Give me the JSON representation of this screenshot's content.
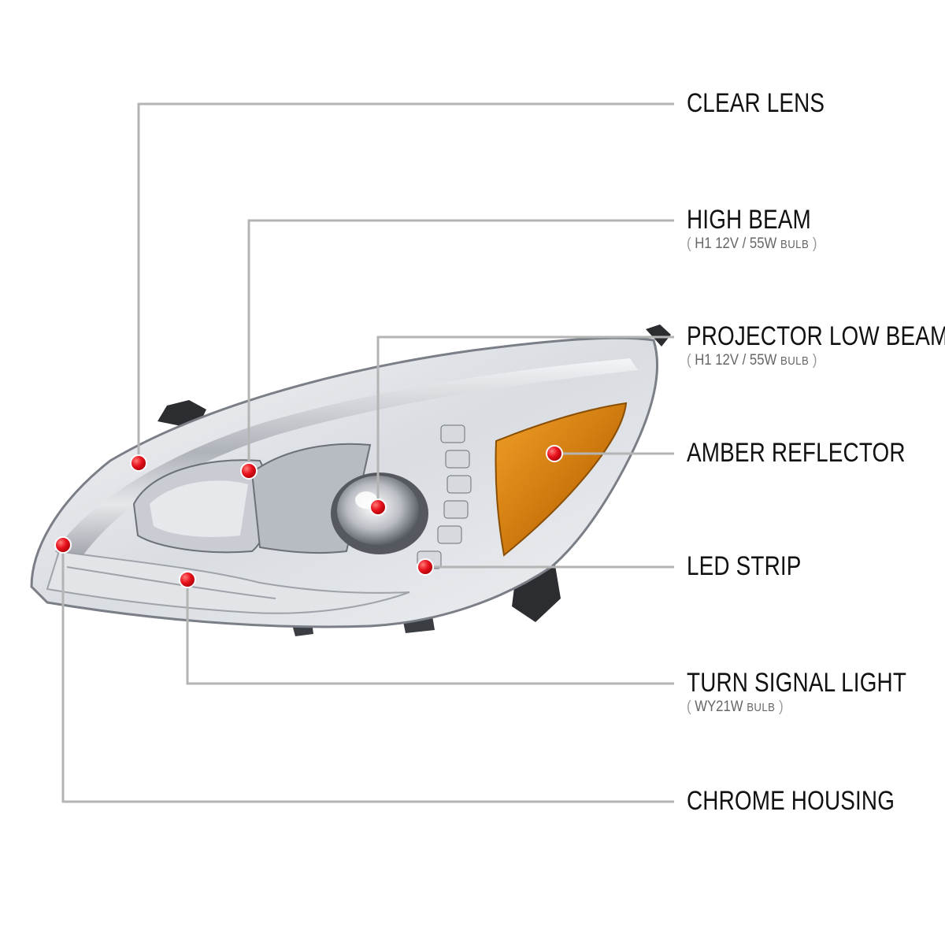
{
  "colors": {
    "leader_line": "#b4b4b4",
    "marker": "#e8121c",
    "amber": "#d9820a",
    "chrome_dark": "#3a3d42",
    "label_text": "#111111",
    "spec_text": "#666666"
  },
  "callouts": [
    {
      "id": "clear-lens",
      "title": "CLEAR LENS",
      "spec": null
    },
    {
      "id": "high-beam",
      "title": "HIGH BEAM",
      "spec": {
        "open": "(",
        "text": "H1  12V / 55W",
        "unit": "BULB",
        "close": ")"
      }
    },
    {
      "id": "projector-low-beam",
      "title": "PROJECTOR LOW BEAM",
      "spec": {
        "open": "(",
        "text": "H1  12V / 55W",
        "unit": "BULB",
        "close": ")"
      }
    },
    {
      "id": "amber-reflector",
      "title": "AMBER REFLECTOR",
      "spec": null
    },
    {
      "id": "led-strip",
      "title": "LED STRIP",
      "spec": null
    },
    {
      "id": "turn-signal-light",
      "title": "TURN SIGNAL LIGHT",
      "spec": {
        "open": "(",
        "text": "WY21W",
        "unit": "BULB",
        "close": ")"
      }
    },
    {
      "id": "chrome-housing",
      "title": "CHROME HOUSING",
      "spec": null
    }
  ]
}
